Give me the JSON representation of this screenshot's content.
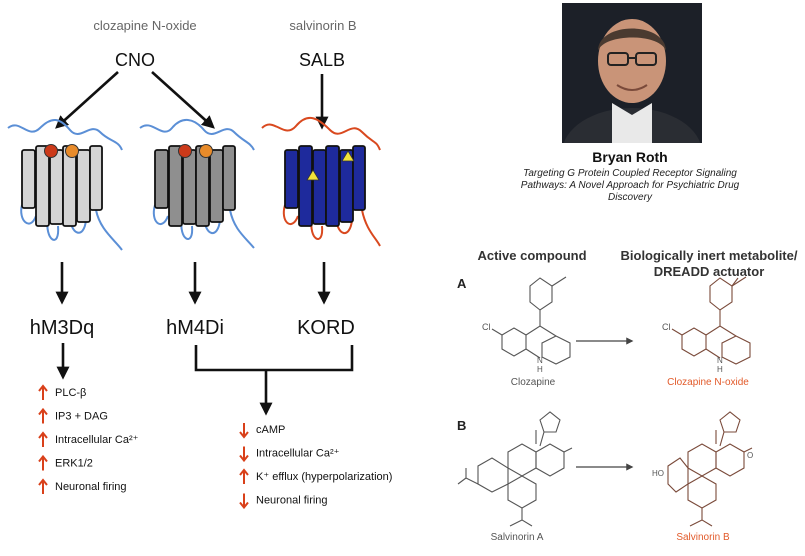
{
  "left_diagram": {
    "labels": {
      "clozapine_n_oxide": "clozapine N-oxide",
      "salvinorin_b": "salvinorin B",
      "cno": "CNO",
      "salb": "SALB",
      "hm3dq": "hM3Dq",
      "hm4di": "hM4Di",
      "kord": "KORD"
    },
    "colors": {
      "receptor_light": "#d4d4d4",
      "receptor_dark": "#8f8f8f",
      "receptor_kord": "#1e2a9c",
      "loop_blue": "#5b8fd6",
      "loop_red": "#d9491f",
      "ligand_red": "#cc3a1a",
      "ligand_orange": "#e88b2a",
      "ligand_yellow": "#f2e23a",
      "effect_arrow": "#d9401a"
    },
    "gq_effects": [
      {
        "dir": "up",
        "text": "PLC-β"
      },
      {
        "dir": "up",
        "text": "IP3 + DAG"
      },
      {
        "dir": "up",
        "text": "Intracellular Ca²⁺"
      },
      {
        "dir": "up",
        "text": "ERK1/2"
      },
      {
        "dir": "up",
        "text": "Neuronal firing"
      }
    ],
    "gi_effects": [
      {
        "dir": "down",
        "text": "cAMP"
      },
      {
        "dir": "down",
        "text": "Intracellular Ca²⁺"
      },
      {
        "dir": "up",
        "text": "K⁺ efflux (hyperpolarization)"
      },
      {
        "dir": "down",
        "text": "Neuronal firing"
      }
    ]
  },
  "speaker": {
    "name": "Bryan Roth",
    "talk_title_line1": "Targeting G Protein Coupled Receptor Signaling",
    "talk_title_line2": "Pathways: A Novel Approach for Psychiatric Drug",
    "talk_title_line3": "Discovery",
    "photo_icon": "person-photo"
  },
  "chemistry": {
    "header_left": "Active compound",
    "header_right_line1": "Biologically inert metabolite/",
    "header_right_line2": "DREADD actuator",
    "panel_a": {
      "letter": "A",
      "left_name": "Clozapine",
      "right_name": "Clozapine N-oxide",
      "atom_cl_left": "Cl",
      "atom_cl_right": "Cl",
      "atom_n_left": "N",
      "atom_h_left": "H",
      "atom_n_right": "N",
      "atom_h_right": "H"
    },
    "panel_b": {
      "letter": "B",
      "left_name": "Salvinorin A",
      "right_name": "Salvinorin B",
      "atom_ho": "HO",
      "atom_o": "O"
    },
    "colors": {
      "structure": "#555555",
      "product_structure": "#7a4a3a",
      "product_label": "#e25a2a"
    }
  }
}
